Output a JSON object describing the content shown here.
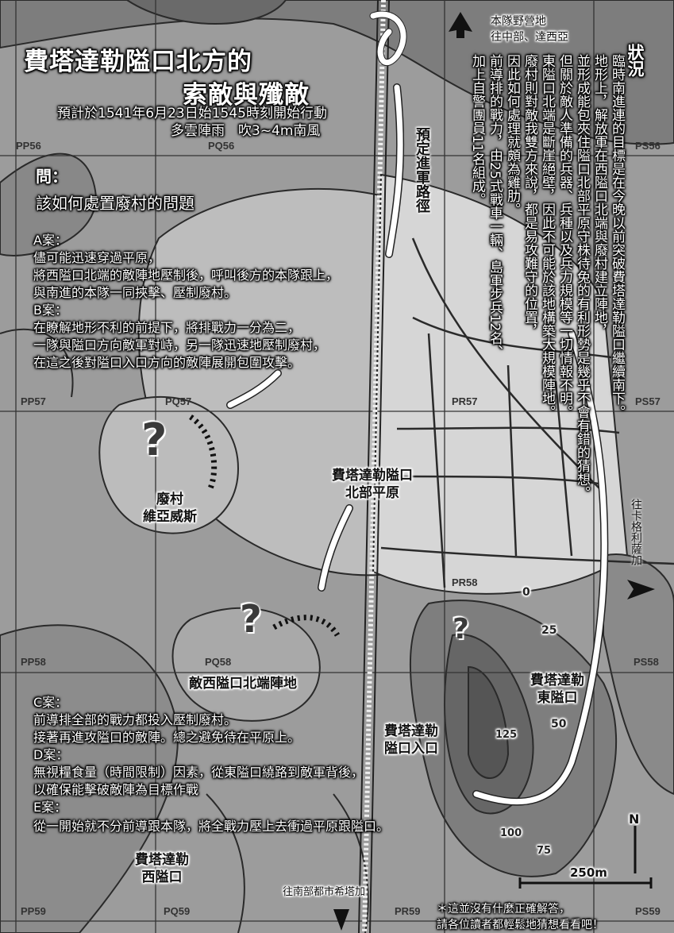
{
  "title": {
    "line1": "費塔達勒隘口北方的",
    "line2": "索敵與殲敵",
    "schedule": "預計於1541年6月23日始1545時刻開始行動",
    "weather": "多雲陣雨　吹3~4m南風"
  },
  "question": {
    "label": "問：",
    "text": "該如何處置廢村的問題"
  },
  "plans": [
    {
      "label": "A案：",
      "lines": [
        "儘可能迅速穿過平原，",
        "將西隘口北端的敵陣地壓制後，呼叫後方的本隊跟上，",
        "與南進的本隊一同挾擊、壓制廢村。"
      ]
    },
    {
      "label": "B案：",
      "lines": [
        "在瞭解地形不利的前提下，將排戰力一分為二，",
        "一隊與隘口方向敵軍對峙，另一隊迅速地壓制廢村，",
        "在這之後對隘口入口方向的敵陣展開包圍攻擊。"
      ]
    },
    {
      "label": "C案：",
      "lines": [
        "前導排全部的戰力都投入壓制廢村。",
        "接著再進攻隘口的敵陣。總之避免待在平原上。"
      ]
    },
    {
      "label": "D案：",
      "lines": [
        "無視糧食量（時間限制）因素，從東隘口繞路到敵軍背後，",
        "以確保能擊破敵陣為目標作戰"
      ]
    },
    {
      "label": "E案：",
      "lines": [
        "從一開始就不分前導跟本隊，將全戰力壓上去衝過平原跟隘口。"
      ]
    }
  ],
  "situation": {
    "label": "狀況",
    "lines": [
      "臨時南進連的目標是在今晚以前突破費塔達勒隘口繼續南下。",
      "地形上，解放軍在西隘口北端與廢村建立陣地，",
      "並形成能包夾住隘口北部平原守株待兔的有利形勢是幾乎不會有錯的猜想。",
      "但關於敵人準備的兵器、兵種以及兵力規模等一切情報不明。",
      "東隘口北端是斷崖絕壁，因此不可能於該地構築大規模陣地。",
      "廢村則對敵我雙方來說，都是易攻難守的位置，",
      "因此如何處理就頗為雞肋。",
      "前導排的戰力，由25式戰車一輛、島軍步兵12名、",
      "加上自警團員11名組成。"
    ]
  },
  "map_labels": {
    "camp": [
      "本隊野營地",
      "往中部、達西亞"
    ],
    "route": "預定進軍路徑",
    "plain": [
      "費塔達勒隘口",
      "北部平原"
    ],
    "village": [
      "廢村",
      "維亞威斯"
    ],
    "west_camp": "敵西隘口北端陣地",
    "east_pass": [
      "費塔達勒",
      "東隘口"
    ],
    "pass_entrance": [
      "費塔達勒",
      "隘口入口"
    ],
    "west_pass": [
      "費塔達勒",
      "西隘口"
    ],
    "to_cagliari": "往卡格利薩加",
    "to_south": "往南部都市希塔加",
    "question_mark": "?",
    "north": "N",
    "scale": "250m",
    "contours": [
      "0",
      "25",
      "50",
      "125",
      "100",
      "75"
    ]
  },
  "grid_labels": [
    "PP56",
    "PQ56",
    "PS56",
    "PP57",
    "PQ57",
    "PR57",
    "PS57",
    "PP58",
    "PQ58",
    "PR58",
    "PS58",
    "PP59",
    "PQ59",
    "PR59",
    "PS59"
  ],
  "note": [
    "＊這並沒有什麼正確解答，",
    "請各位讀者都輕鬆地猜想看看吧！"
  ]
}
